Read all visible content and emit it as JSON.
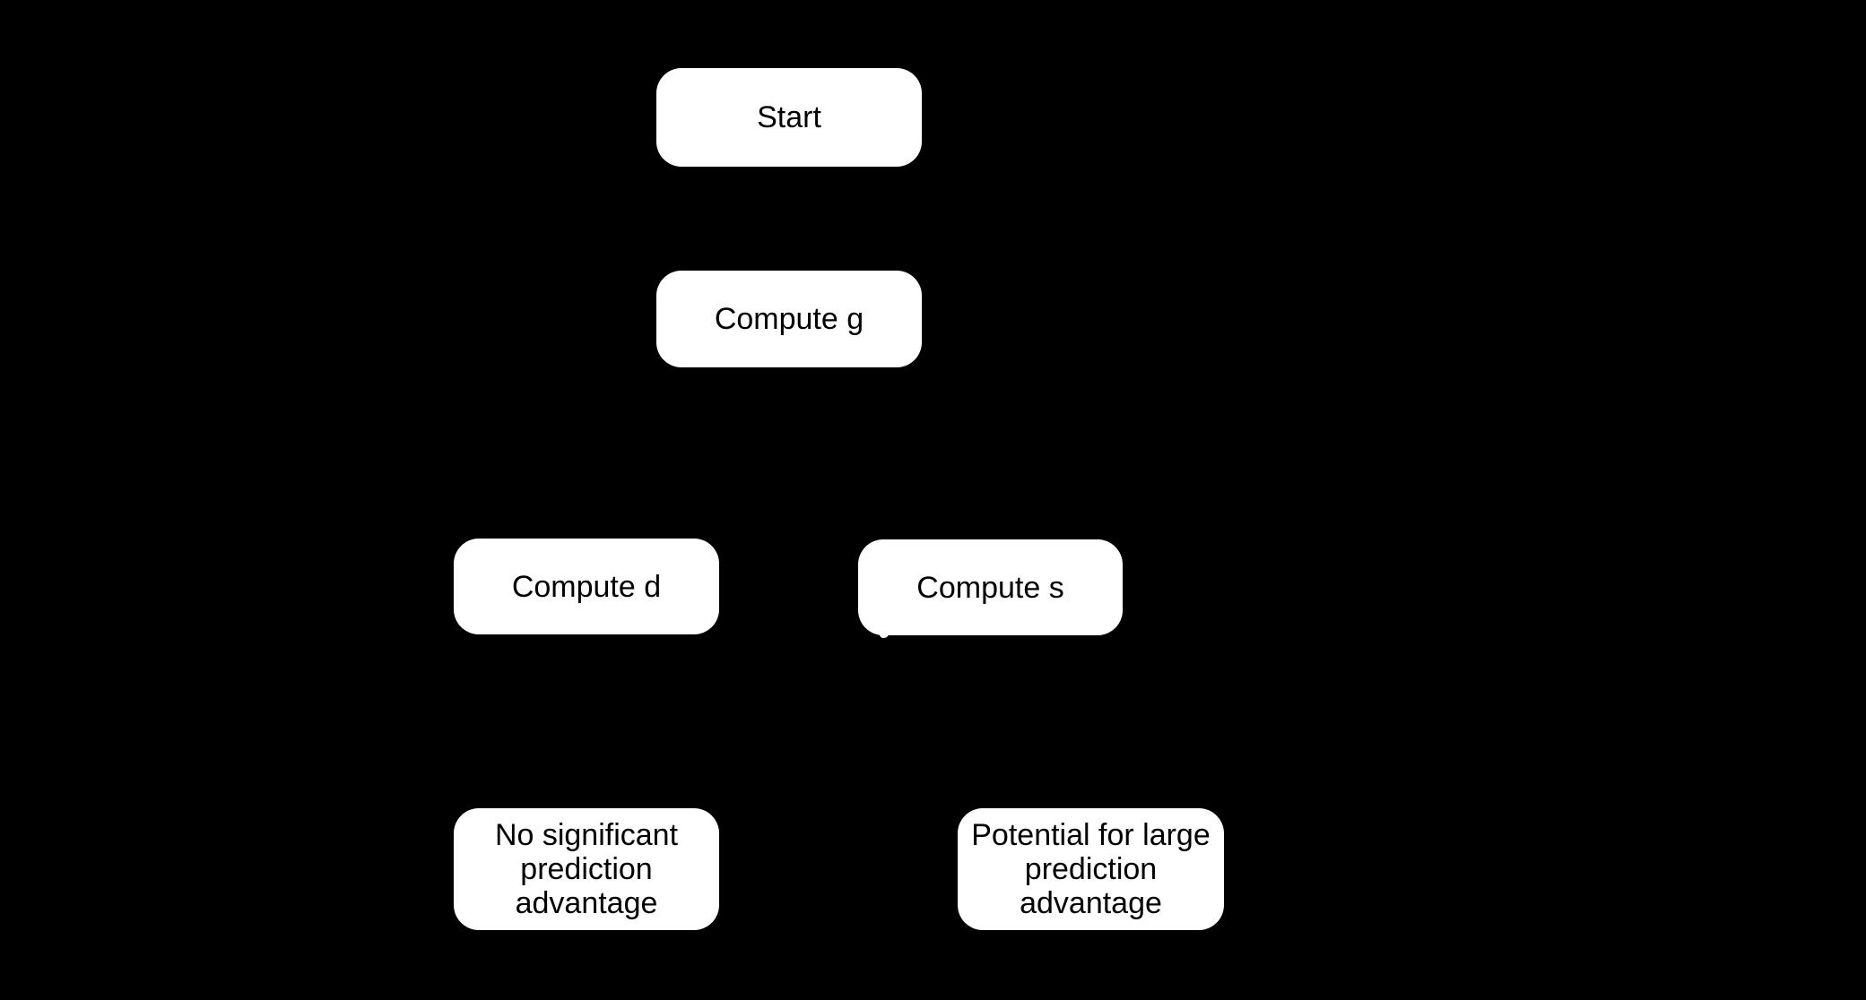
{
  "canvas": {
    "background": "#000000",
    "node_fill": "#ffffff",
    "node_text_color": "#000000"
  },
  "diagram": {
    "type": "flowchart",
    "orientation": "top-down",
    "nodes": [
      {
        "id": "start",
        "label": "Start"
      },
      {
        "id": "compute-g",
        "label": "Compute g"
      },
      {
        "id": "compute-d",
        "label": "Compute d"
      },
      {
        "id": "compute-s",
        "label": "Compute s"
      },
      {
        "id": "no-advantage",
        "label": "No significant prediction advantage"
      },
      {
        "id": "large-advantage",
        "label": "Potential for large prediction advantage"
      }
    ],
    "edges_visible": false,
    "artifact": {
      "name": "white-speck",
      "description": "tiny white mark below bottom-left corner of Compute s node"
    }
  }
}
